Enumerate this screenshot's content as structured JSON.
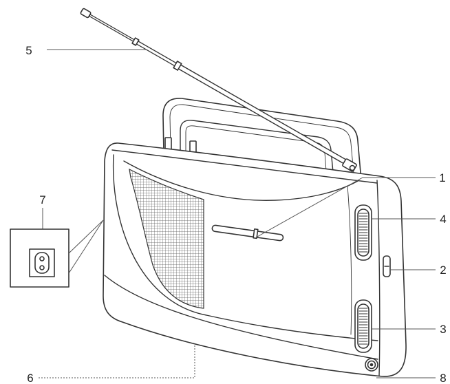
{
  "callouts": [
    "1",
    "2",
    "3",
    "4",
    "5",
    "6",
    "7",
    "8"
  ],
  "colors": {
    "stroke": "#333333",
    "background": "#ffffff"
  }
}
